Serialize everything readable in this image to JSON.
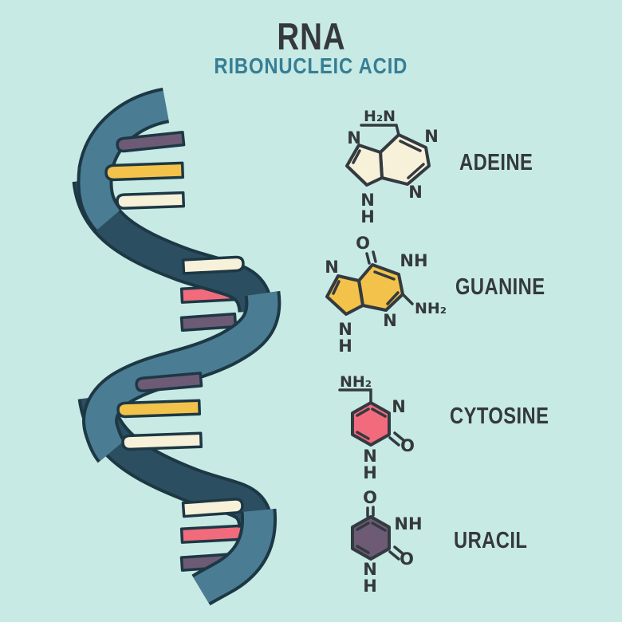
{
  "title": "RNA",
  "subtitle": "RIBONUCLEIC ACID",
  "colors": {
    "background": "#c7eae5",
    "title_text": "#35393c",
    "subtitle_text": "#377e94",
    "label_text": "#35393c",
    "bond": "#333a40",
    "strand_front": "#4a7d93",
    "strand_back": "#2b4f60",
    "strand_outline": "#1d3844",
    "purple": "#6d5b76",
    "yellow": "#f3c24b",
    "cream": "#f8f1da",
    "pink": "#f26b7c"
  },
  "helix": {
    "description": "single-strand RNA helix ribbon with colored base rungs",
    "rung_sequence": [
      {
        "cluster": "top-left",
        "colors": [
          "purple",
          "yellow",
          "cream"
        ]
      },
      {
        "cluster": "mid-right",
        "colors": [
          "cream",
          "pink",
          "purple"
        ]
      },
      {
        "cluster": "mid-left",
        "colors": [
          "purple",
          "yellow",
          "cream"
        ]
      },
      {
        "cluster": "bottom-right",
        "colors": [
          "cream",
          "pink",
          "purple"
        ]
      }
    ]
  },
  "bases": [
    {
      "id": "adenine",
      "name": "ADEINE",
      "ring_color_key": "cream",
      "labels": {
        "amine": "H₂N",
        "n_top_right": "N",
        "n_left": "N",
        "n_bottom": "N",
        "nh_n": "N",
        "nh_h": "H"
      }
    },
    {
      "id": "guanine",
      "name": "GUANINE",
      "ring_color_key": "yellow",
      "labels": {
        "o_top": "O",
        "nh_top_right": "NH",
        "n_left": "N",
        "amine": "NH₂",
        "n_bottom": "N",
        "nh_n": "N",
        "nh_h": "H"
      }
    },
    {
      "id": "cytosine",
      "name": "CYTOSINE",
      "ring_color_key": "pink",
      "labels": {
        "amine": "NH₂",
        "n_top_right": "N",
        "o_right": "O",
        "nh_n": "N",
        "nh_h": "H"
      }
    },
    {
      "id": "uracil",
      "name": "URACIL",
      "ring_color_key": "purple",
      "labels": {
        "o_top": "O",
        "nh_top_right": "NH",
        "o_right": "O",
        "nh_n": "N",
        "nh_h": "H"
      }
    }
  ]
}
